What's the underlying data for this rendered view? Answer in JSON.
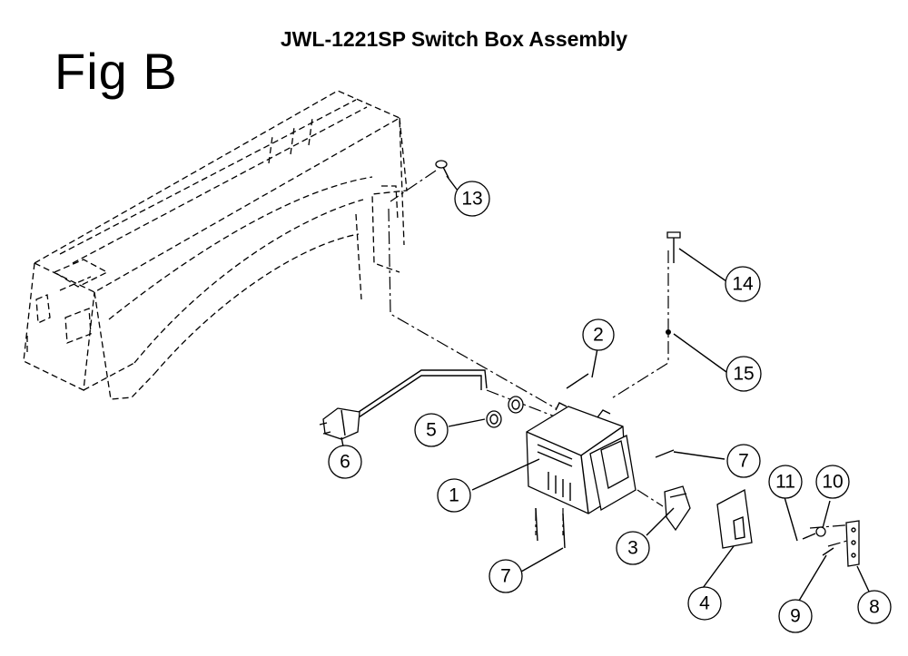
{
  "title": "JWL-1221SP Switch Box Assembly",
  "figure_label": "Fig B",
  "callouts": [
    {
      "id": "c13",
      "label": "13"
    },
    {
      "id": "c14",
      "label": "14"
    },
    {
      "id": "c2",
      "label": "2"
    },
    {
      "id": "c15",
      "label": "15"
    },
    {
      "id": "c5",
      "label": "5"
    },
    {
      "id": "c6",
      "label": "6"
    },
    {
      "id": "c7a",
      "label": "7"
    },
    {
      "id": "c1",
      "label": "1"
    },
    {
      "id": "c11",
      "label": "11"
    },
    {
      "id": "c10",
      "label": "10"
    },
    {
      "id": "c3",
      "label": "3"
    },
    {
      "id": "c7b",
      "label": "7"
    },
    {
      "id": "c4",
      "label": "4"
    },
    {
      "id": "c9",
      "label": "9"
    },
    {
      "id": "c8",
      "label": "8"
    }
  ]
}
